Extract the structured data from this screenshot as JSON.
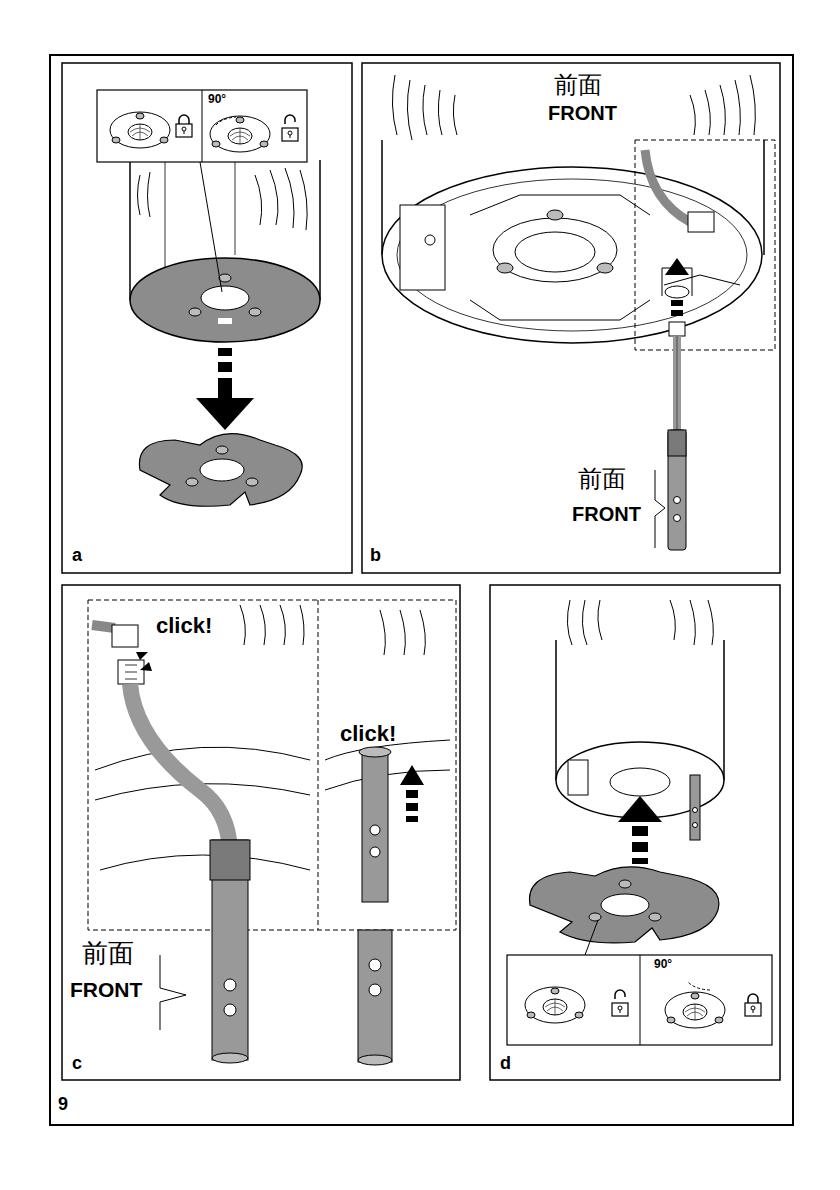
{
  "diagram": {
    "labels": [
      "90°",
      "a",
      "前面",
      "FRONT",
      "前面",
      "FRONT",
      "b",
      "click!",
      "click!",
      "前面",
      "FRONT",
      "c",
      "90°",
      "d",
      "9"
    ]
  }
}
